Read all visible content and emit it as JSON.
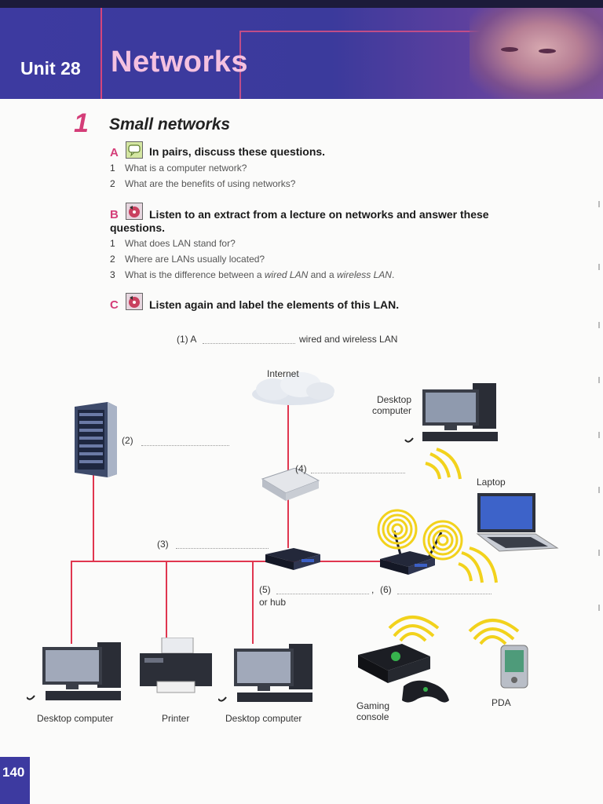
{
  "header": {
    "unit_label": "Unit 28",
    "unit_title": "Networks"
  },
  "section": {
    "number": "1",
    "title": "Small networks"
  },
  "part_a": {
    "letter": "A",
    "instruction": "In pairs, discuss these questions.",
    "questions": [
      {
        "num": "1",
        "text": "What is a computer network?"
      },
      {
        "num": "2",
        "text": "What are the benefits of using networks?"
      }
    ]
  },
  "part_b": {
    "letter": "B",
    "instruction_line1": "Listen to an extract from a lecture on networks and answer these",
    "instruction_line2": "questions.",
    "questions": [
      {
        "num": "1",
        "text": "What does LAN stand for?"
      },
      {
        "num": "2",
        "text": "Where are LANs usually located?"
      },
      {
        "num": "3",
        "text_before": "What is the difference between a ",
        "em1": "wired LAN",
        "text_mid": " and a ",
        "em2": "wireless LAN",
        "text_after": "."
      }
    ]
  },
  "part_c": {
    "letter": "C",
    "instruction": "Listen again and label the elements of this LAN."
  },
  "diagram": {
    "caption_prefix": "(1) A",
    "caption_suffix": "wired and wireless LAN",
    "internet": "Internet",
    "label_2": "(2)",
    "label_3": "(3)",
    "label_4": "(4)",
    "label_5": "(5)",
    "label_6": "(6)",
    "comma": ",",
    "or_hub": "or hub",
    "desktop_top": "Desktop",
    "desktop_top2": "computer",
    "laptop": "Laptop",
    "desktop_left": "Desktop computer",
    "printer": "Printer",
    "desktop_mid": "Desktop computer",
    "gaming1": "Gaming",
    "gaming2": "console",
    "pda": "PDA"
  },
  "footer": {
    "page_number": "140"
  },
  "colors": {
    "header_blue": "#3d3aa0",
    "accent_pink": "#d43d78",
    "wire_red": "#e0364f",
    "wifi_yellow": "#f2d21c"
  }
}
